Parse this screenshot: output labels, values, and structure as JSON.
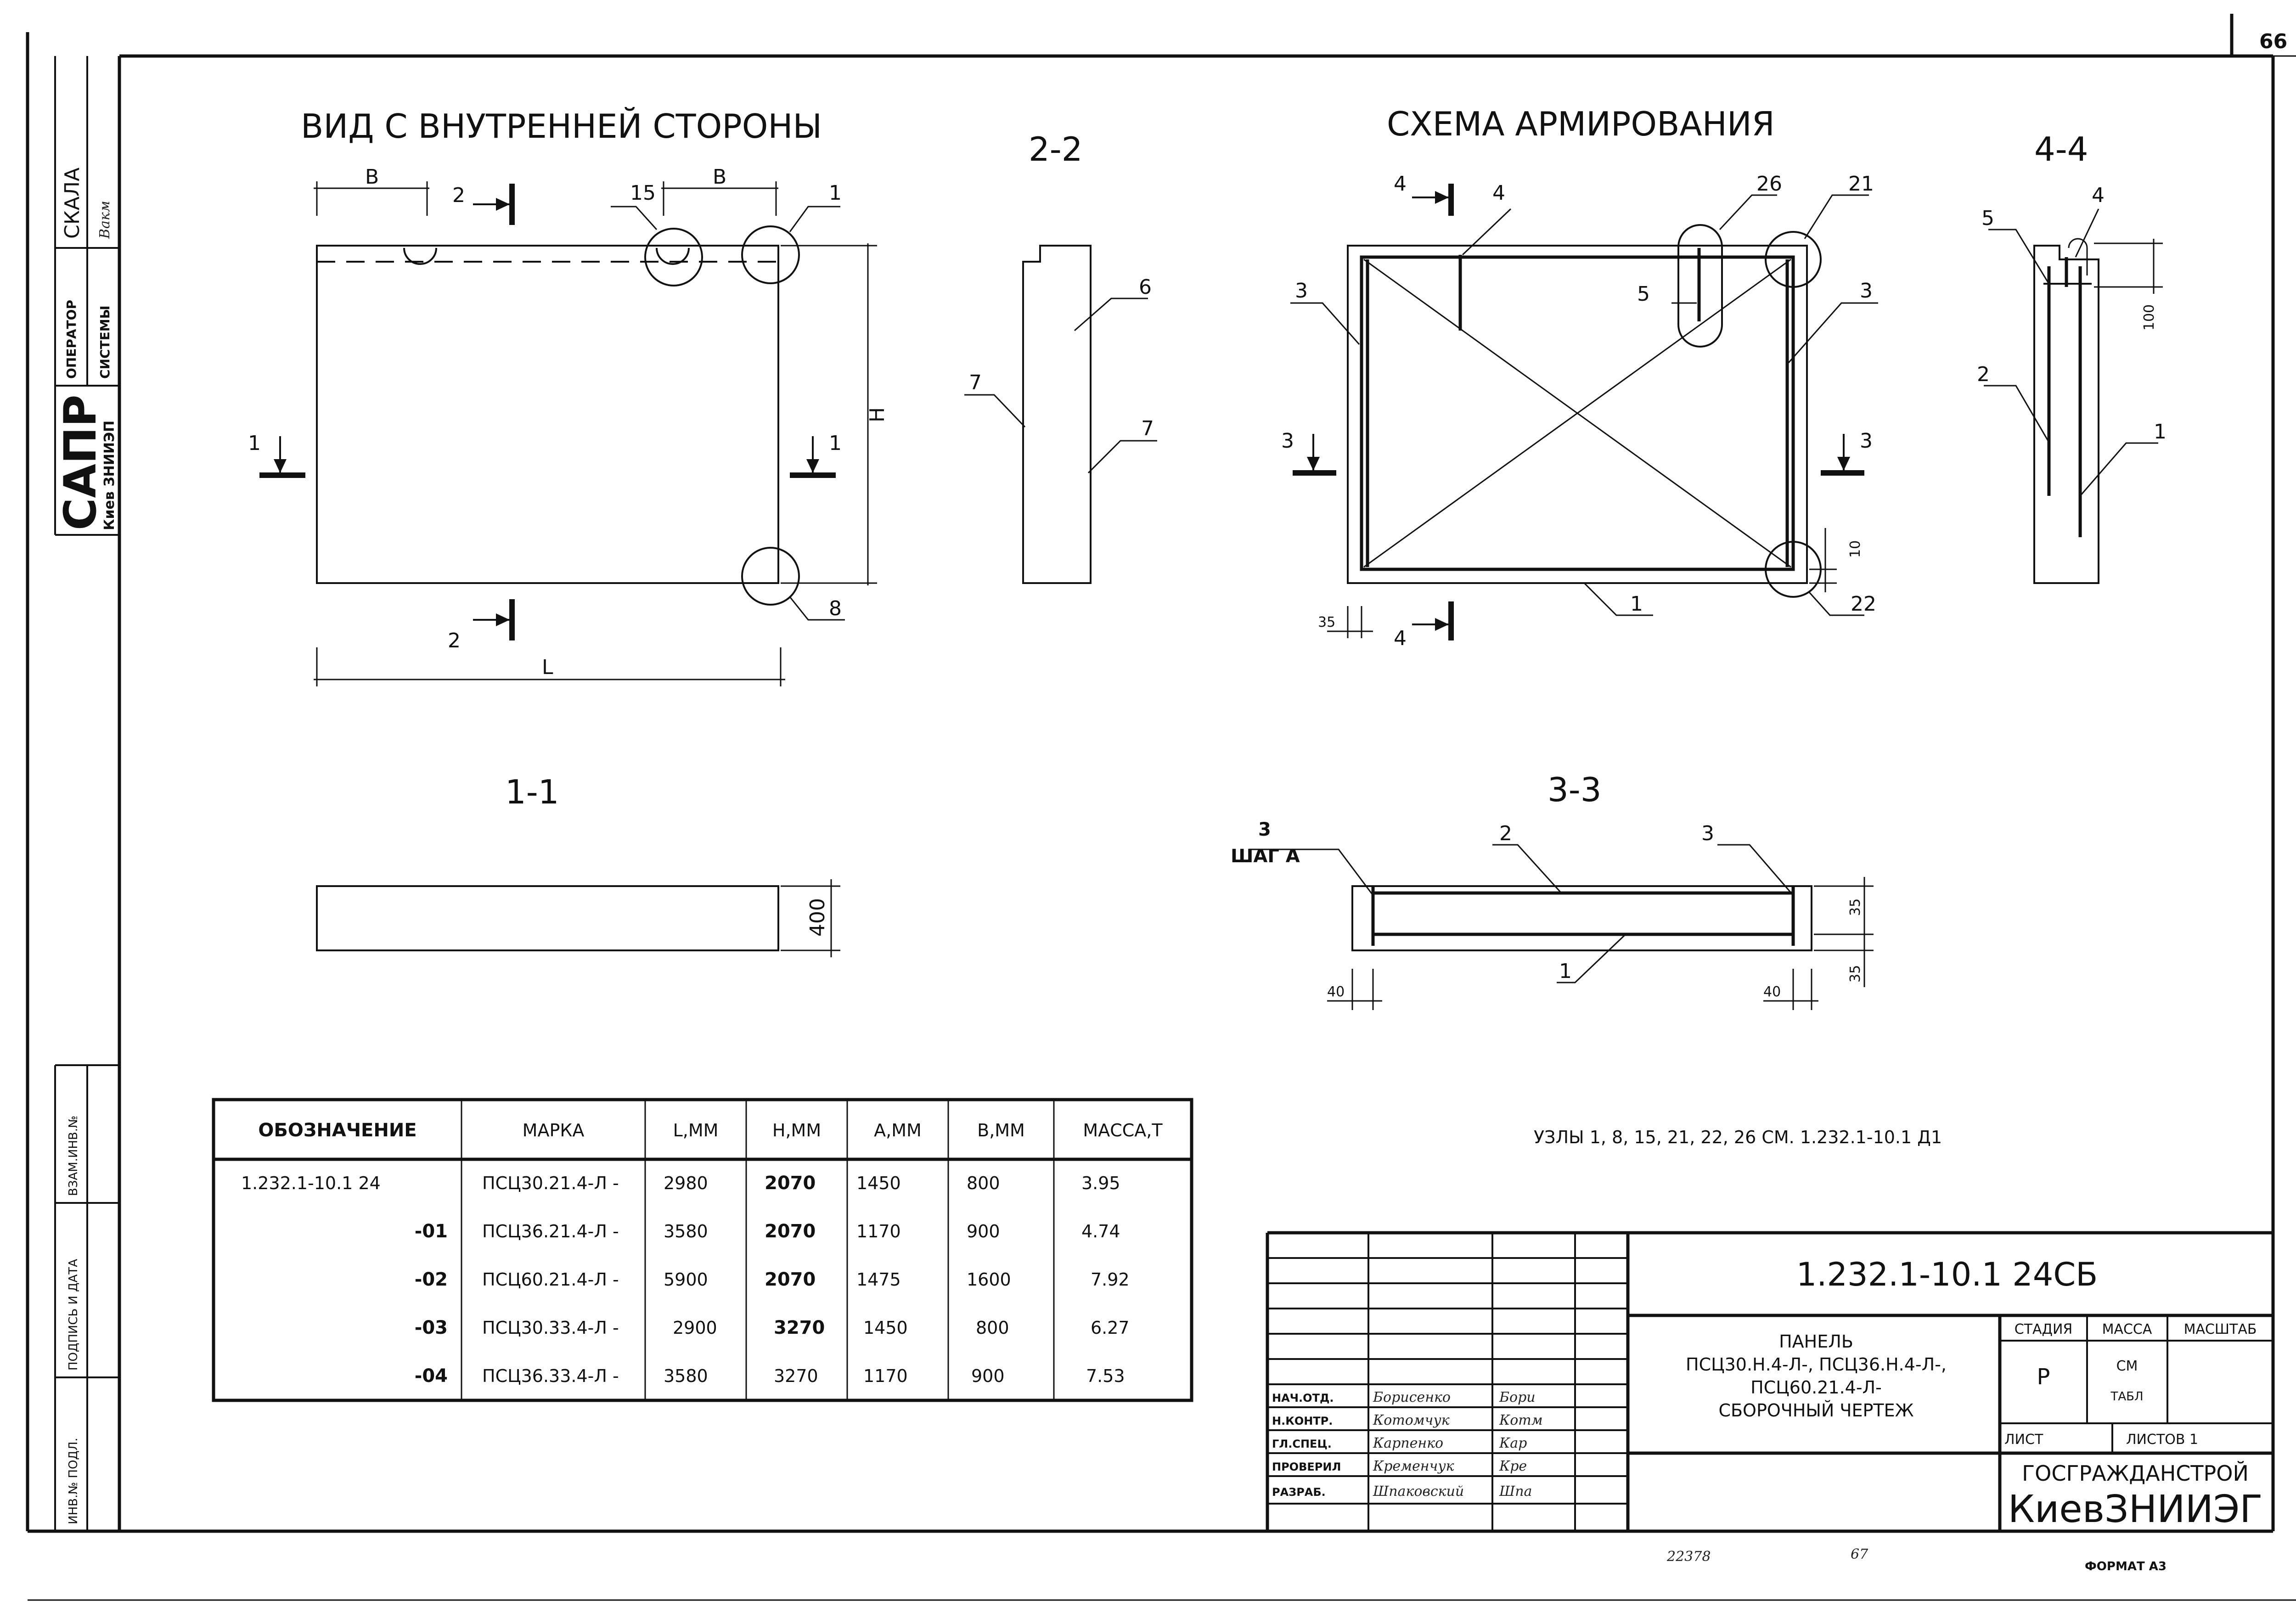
{
  "sheet_number": "66",
  "side_strip": {
    "skala": "СКАЛА",
    "skala_sig": "Вакм",
    "operator": "ОПЕРАТОР",
    "systems": "СИСТЕМЫ",
    "sapr": "САПР",
    "institute": "Киев ЗНИИЭП",
    "vzam": "ВЗАМ.ИНВ.№",
    "podpis": "ПОДПИСЬ И ДАТА",
    "inv": "ИНВ.№ ПОДЛ."
  },
  "view_inner": {
    "title": "ВИД С ВНУТРЕННЕЙ СТОРОНЫ",
    "dim_b1": "В",
    "dim_b2": "В",
    "dim_h": "Н",
    "dim_l": "L",
    "callout_15": "15",
    "callout_1": "1",
    "callout_8": "8",
    "sec_2_top": "2",
    "sec_2_bot": "2",
    "sec_1_left": "1",
    "sec_1_right": "1"
  },
  "section_22": {
    "title": "2-2",
    "c6": "6",
    "c7a": "7",
    "c7b": "7"
  },
  "section_11": {
    "title": "1-1",
    "dim": "400"
  },
  "scheme": {
    "title": "СХЕМА АРМИРОВАНИЯ",
    "c4": "4",
    "c26": "26",
    "c21": "21",
    "c3a": "3",
    "c3b": "3",
    "c5": "5",
    "c1": "1",
    "c22": "22",
    "d10": "10",
    "d35": "35",
    "sec_4_top": "4",
    "sec_4_bot": "4",
    "sec_3_left": "3",
    "sec_3_right": "3"
  },
  "section_44": {
    "title": "4-4",
    "c5": "5",
    "c4": "4",
    "c2": "2",
    "c1": "1",
    "d100": "100"
  },
  "section_33": {
    "title": "3-3",
    "c3a": "3",
    "step": "ШАГ А",
    "c2": "2",
    "c3b": "3",
    "c1": "1",
    "d40a": "40",
    "d40b": "40",
    "d35a": "35",
    "d35b": "35"
  },
  "nodes_note": "УЗЛЫ  1, 8, 15, 21, 22, 26   СМ.  1.232.1-10.1  Д1",
  "spec_table": {
    "headers": [
      "ОБОЗНАЧЕНИЕ",
      "МАРКА",
      "L,ММ",
      "Н,ММ",
      "А,ММ",
      "В,ММ",
      "МАССА,Т"
    ],
    "rows": [
      [
        "1.232.1-10.1 24",
        "ПСЦ30.21.4-Л -",
        "2980",
        "2070",
        "1450",
        "800",
        "3.95"
      ],
      [
        "-01",
        "ПСЦ36.21.4-Л -",
        "3580",
        "2070",
        "1170",
        "900",
        "4.74"
      ],
      [
        "-02",
        "ПСЦ60.21.4-Л -",
        "5900",
        "2070",
        "1475",
        "1600",
        "7.92"
      ],
      [
        "-03",
        "ПСЦ30.33.4-Л -",
        "2900",
        "3270",
        "1450",
        "800",
        "6.27"
      ],
      [
        "-04",
        "ПСЦ36.33.4-Л -",
        "3580",
        "3270",
        "1170",
        "900",
        "7.53"
      ]
    ]
  },
  "title_block": {
    "code": "1.232.1-10.1  24СБ",
    "name_lines": [
      "ПАНЕЛЬ",
      "ПСЦ30.Н.4-Л-, ПСЦ36.Н.4-Л-,",
      "ПСЦ60.21.4-Л-",
      "СБОРОЧНЫЙ  ЧЕРТЕЖ"
    ],
    "stage_h": "СТАДИЯ",
    "mass_h": "МАССА",
    "scale_h": "МАСШТАБ",
    "stage": "Р",
    "mass_1": "СМ",
    "mass_2": "ТАБЛ",
    "sheet": "ЛИСТ",
    "sheets": "ЛИСТОВ  1",
    "org1": "ГОСГРАЖДАНСТРОЙ",
    "org2": "КиевЗНИИЭГ",
    "roles": [
      {
        "role": "НАЧ.ОТД.",
        "name": "Борисенко",
        "sign": "Бори"
      },
      {
        "role": "Н.КОНТР.",
        "name": "Котомчук",
        "sign": "Котм"
      },
      {
        "role": "ГЛ.СПЕЦ.",
        "name": "Карпенко",
        "sign": "Кар"
      },
      {
        "role": "ПРОВЕРИЛ",
        "name": "Кременчук",
        "sign": "Кре"
      },
      {
        "role": "РАЗРАБ.",
        "name": "Шпаковский",
        "sign": "Шпа"
      }
    ]
  },
  "footer": {
    "inv_number": "22378",
    "page": "67",
    "format": "ФОРМАТ А3"
  }
}
